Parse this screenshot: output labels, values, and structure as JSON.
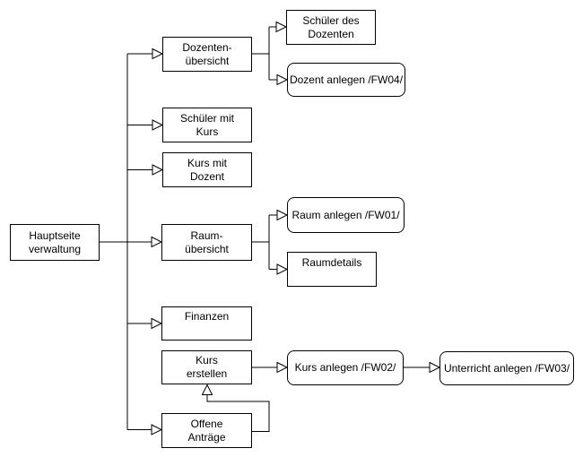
{
  "diagram": {
    "background_color": "#ffffff",
    "line_color": "#000000",
    "shape_fill_color": "#ffffff",
    "text_color": "#000000",
    "nodes": [
      {
        "id": "hauptseite-verwaltung",
        "shape": "rect",
        "lines": [
          "Hauptseite",
          "verwaltung"
        ]
      },
      {
        "id": "dozenten-uebersicht",
        "shape": "rect",
        "lines": [
          "Dozenten-",
          "übersicht"
        ]
      },
      {
        "id": "schueler-mit-kurs",
        "shape": "rect",
        "lines": [
          "Schüler mit",
          "Kurs"
        ]
      },
      {
        "id": "kurs-mit-dozent",
        "shape": "rect",
        "lines": [
          "Kurs mit",
          "Dozent"
        ]
      },
      {
        "id": "raum-uebersicht",
        "shape": "rect",
        "lines": [
          "Raum-",
          "übersicht"
        ]
      },
      {
        "id": "finanzen",
        "shape": "rect",
        "lines": [
          "Finanzen",
          ""
        ]
      },
      {
        "id": "kurs-erstellen",
        "shape": "rect",
        "lines": [
          "Kurs",
          "erstellen"
        ]
      },
      {
        "id": "offene-antraege",
        "shape": "rect",
        "lines": [
          "Offene",
          "Anträge"
        ]
      },
      {
        "id": "schueler-des-dozenten",
        "shape": "rect",
        "lines": [
          "Schüler des",
          "Dozenten"
        ]
      },
      {
        "id": "raumdetails",
        "shape": "rect",
        "lines": [
          "Raumdetails",
          ""
        ]
      },
      {
        "id": "dozent-anlegen-fw04",
        "shape": "rounded",
        "lines": [
          "Dozent anlegen /FW04/"
        ]
      },
      {
        "id": "raum-anlegen-fw01",
        "shape": "rounded",
        "lines": [
          "Raum anlegen /FW01/"
        ]
      },
      {
        "id": "kurs-anlegen-fw02",
        "shape": "rounded",
        "lines": [
          "Kurs anlegen /FW02/"
        ]
      },
      {
        "id": "unterricht-anlegen-fw03",
        "shape": "rounded",
        "lines": [
          "Unterricht anlegen /FW03/"
        ]
      }
    ],
    "edges": [
      {
        "from": "hauptseite-verwaltung",
        "to": "dozenten-uebersicht"
      },
      {
        "from": "hauptseite-verwaltung",
        "to": "schueler-mit-kurs"
      },
      {
        "from": "hauptseite-verwaltung",
        "to": "kurs-mit-dozent"
      },
      {
        "from": "hauptseite-verwaltung",
        "to": "raum-uebersicht"
      },
      {
        "from": "hauptseite-verwaltung",
        "to": "finanzen"
      },
      {
        "from": "hauptseite-verwaltung",
        "to": "offene-antraege"
      },
      {
        "from": "dozenten-uebersicht",
        "to": "schueler-des-dozenten"
      },
      {
        "from": "dozenten-uebersicht",
        "to": "dozent-anlegen-fw04"
      },
      {
        "from": "raum-uebersicht",
        "to": "raum-anlegen-fw01"
      },
      {
        "from": "raum-uebersicht",
        "to": "raumdetails"
      },
      {
        "from": "kurs-erstellen",
        "to": "kurs-anlegen-fw02"
      },
      {
        "from": "kurs-anlegen-fw02",
        "to": "unterricht-anlegen-fw03"
      },
      {
        "from": "offene-antraege",
        "to": "kurs-erstellen"
      }
    ]
  }
}
